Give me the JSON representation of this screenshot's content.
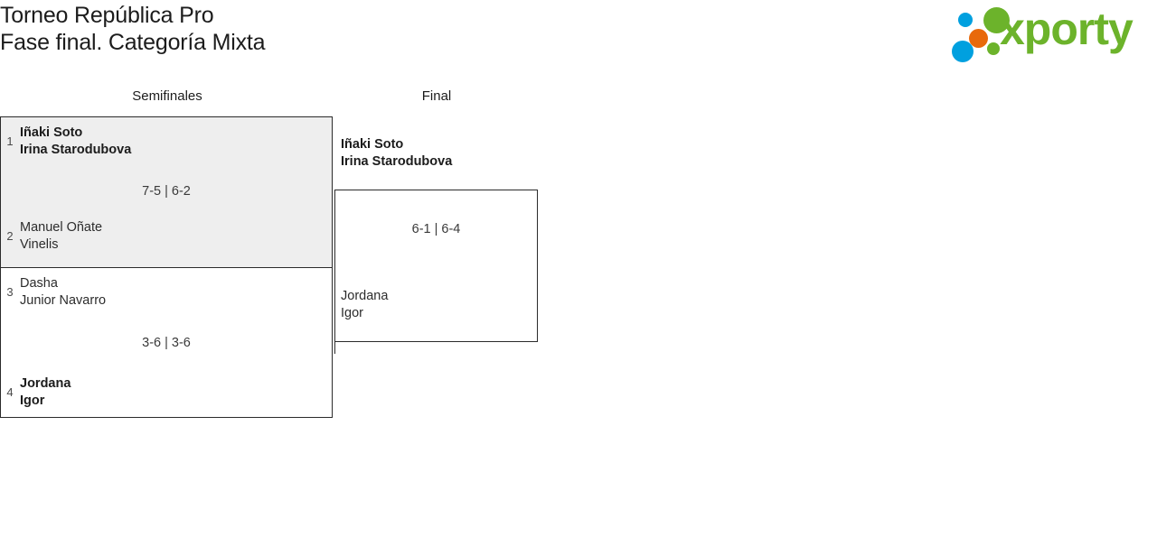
{
  "header": {
    "title_line_1": "Torneo República Pro",
    "title_line_2": "Fase final. Categoría Mixta",
    "logo": {
      "wordmark": "xporty",
      "colors": {
        "green": "#6cb32b",
        "blue": "#00a0df",
        "orange": "#e8690b"
      }
    }
  },
  "bracket": {
    "rounds": [
      {
        "label": "Semifinales"
      },
      {
        "label": "Final"
      }
    ],
    "semifinals": [
      {
        "score": "7-5 | 6-2",
        "top": {
          "seed": "1",
          "player_1": "Iñaki Soto",
          "player_2": "Irina Starodubova",
          "winner": true
        },
        "bottom": {
          "seed": "2",
          "player_1": "Manuel Oñate",
          "player_2": "Vinelis",
          "winner": false
        }
      },
      {
        "score": "3-6 | 3-6",
        "top": {
          "seed": "3",
          "player_1": "Dasha",
          "player_2": "Junior Navarro",
          "winner": false
        },
        "bottom": {
          "seed": "4",
          "player_1": "Jordana",
          "player_2": "Igor",
          "winner": true
        }
      }
    ],
    "final": {
      "score": "6-1 | 6-4",
      "top": {
        "player_1": "Iñaki Soto",
        "player_2": "Irina Starodubova",
        "winner": true
      },
      "bottom": {
        "player_1": "Jordana",
        "player_2": "Igor",
        "winner": false
      }
    }
  }
}
